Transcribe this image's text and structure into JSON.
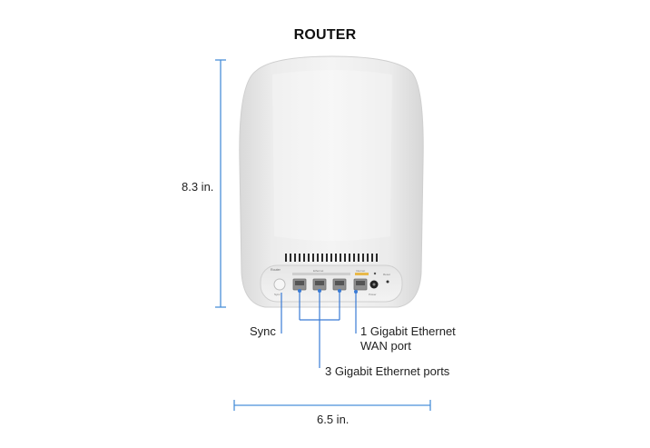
{
  "title": "ROUTER",
  "dimensions": {
    "height_label": "8.3 in.",
    "width_label": "6.5 in."
  },
  "callouts": {
    "sync": "Sync",
    "wan_line1": "1 Gigabit Ethernet",
    "wan_line2": "WAN port",
    "lan": "3 Gigabit Ethernet ports"
  },
  "device_labels": {
    "brand": "Router",
    "sync_small": "Sync",
    "ethernet_small": "Ethernet",
    "internet_small": "Internet",
    "reset_small": "Reset",
    "power_small": "Power"
  },
  "colors": {
    "dimension_line": "#4a90d9",
    "internet_strip": "#e8b84a",
    "callout_line": "#3a7bd5"
  }
}
